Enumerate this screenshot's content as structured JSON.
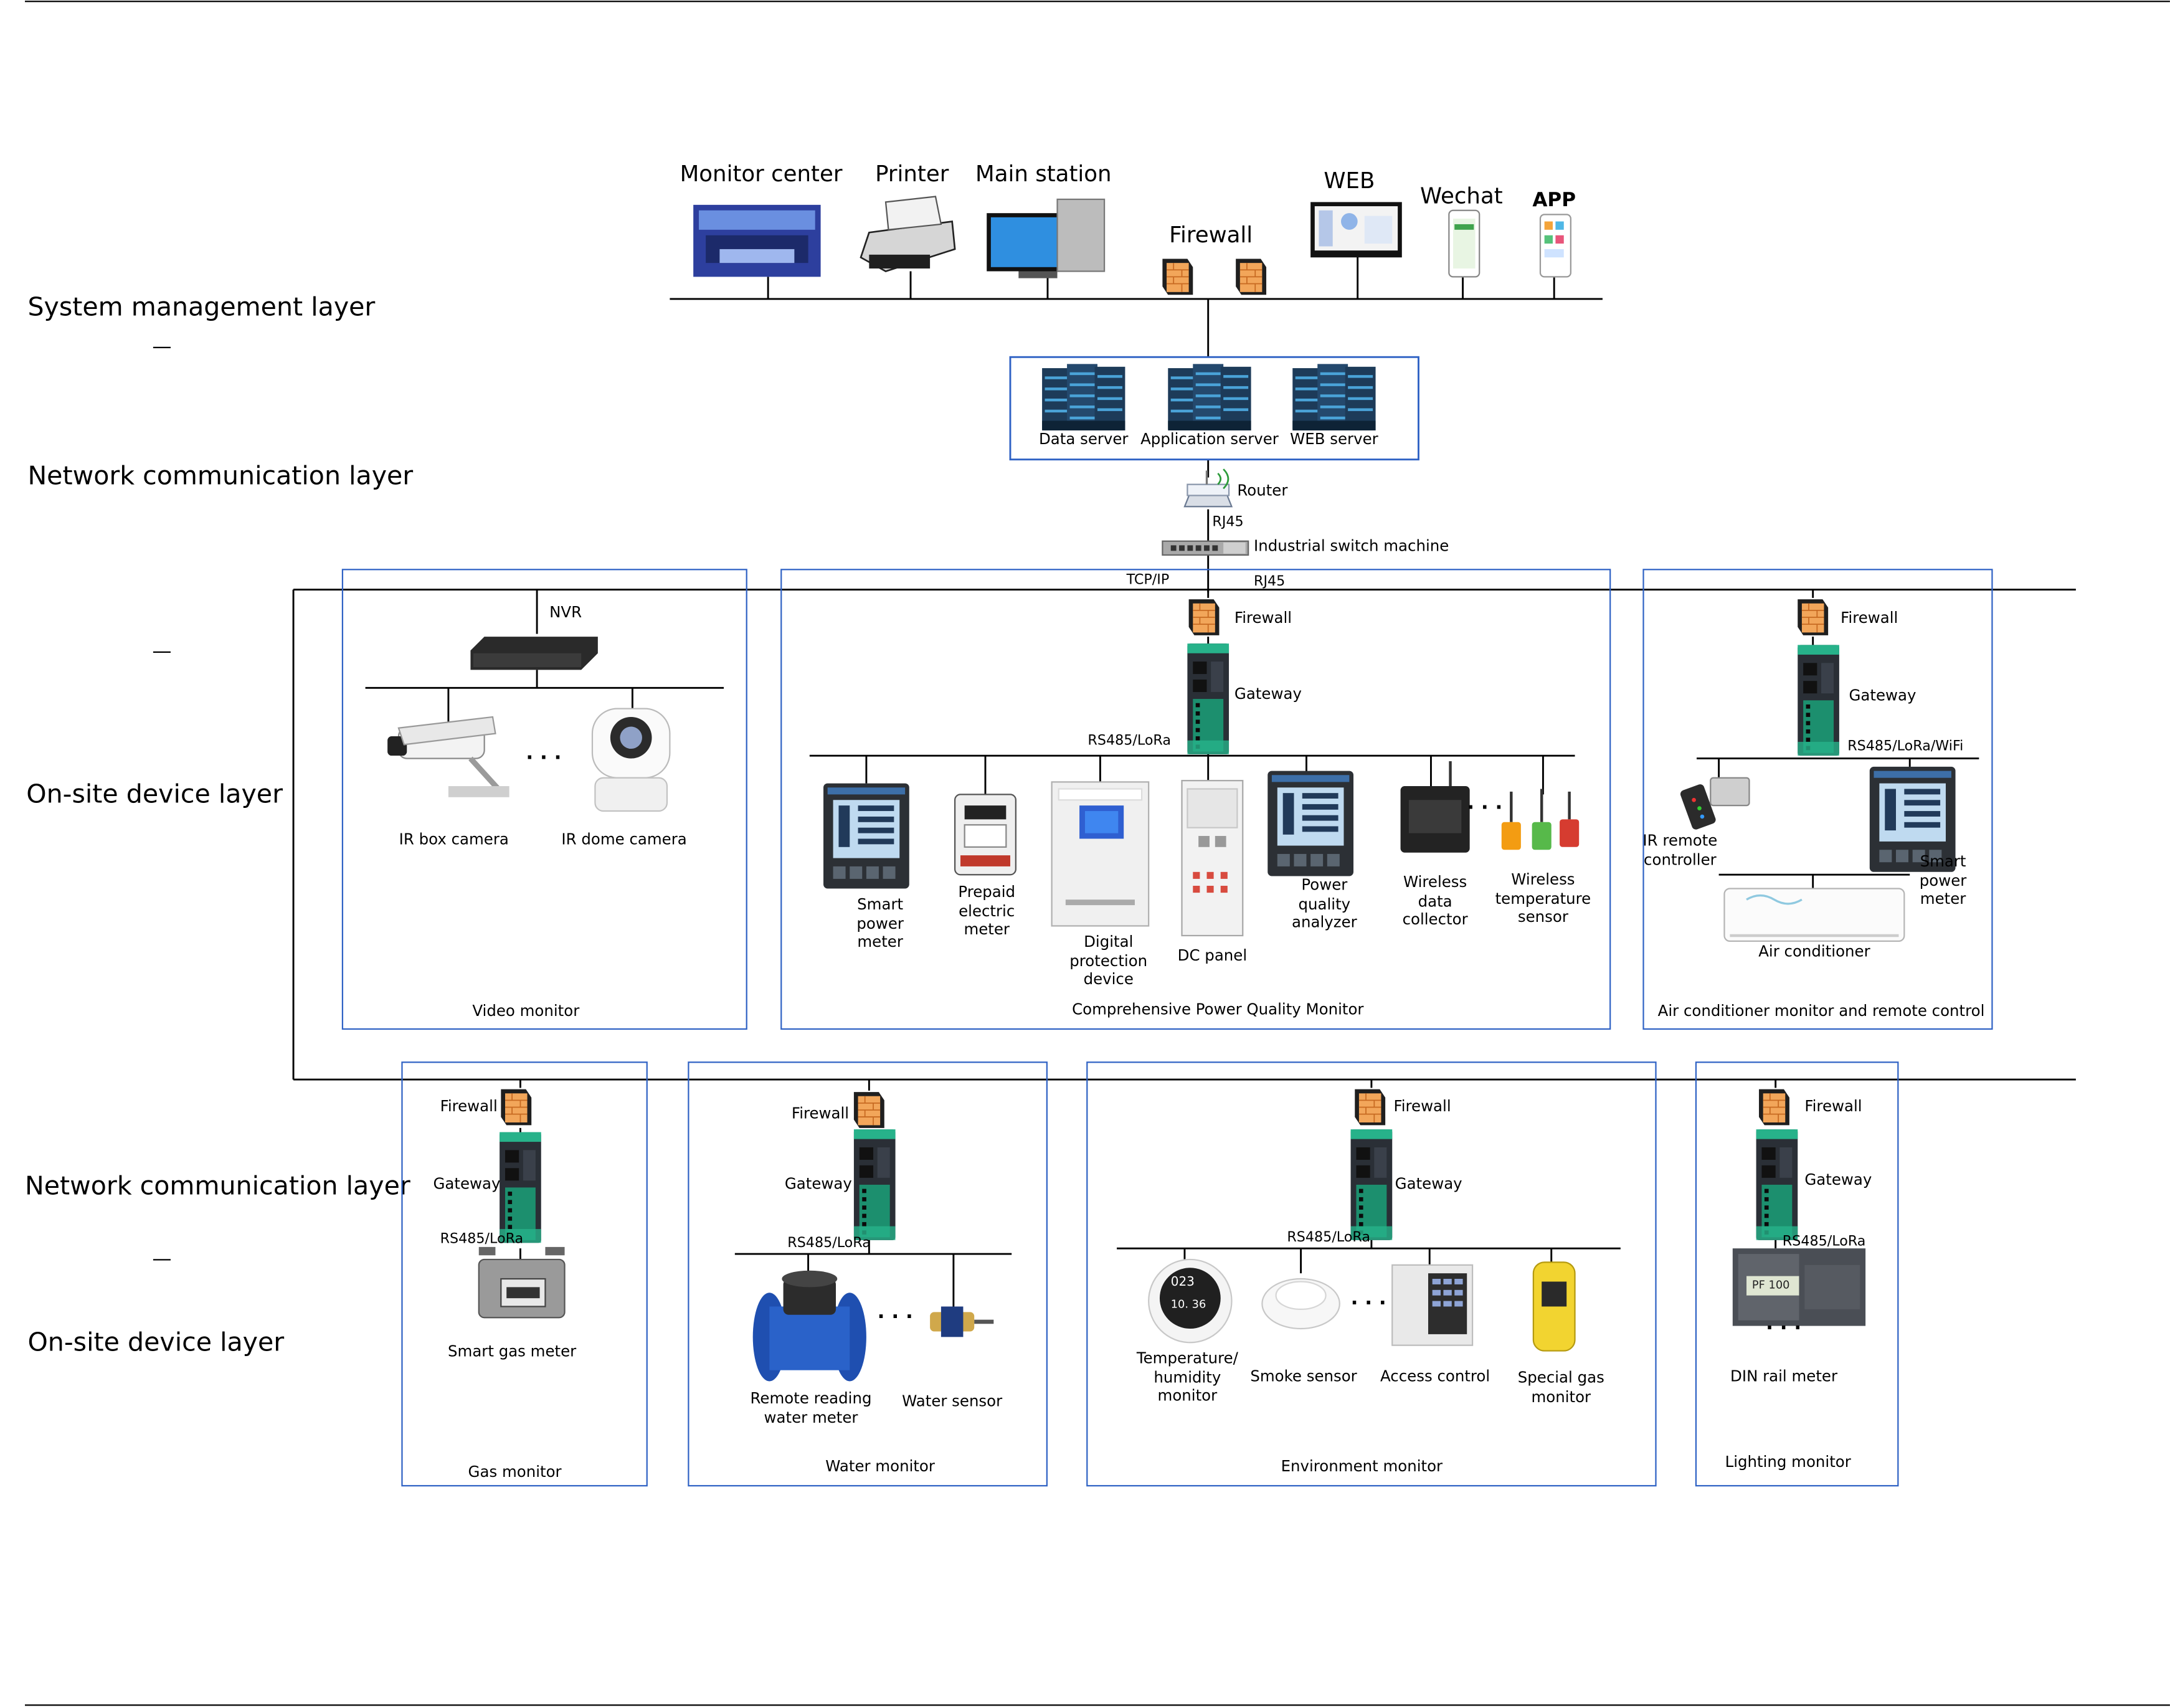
{
  "layers": {
    "system_management": "System management layer",
    "network_communication": "Network communication layer",
    "on_site_device": "On-site device layer",
    "network_communication_2": "Network communication layer",
    "on_site_device_2": "On-site device layer",
    "dash": "—"
  },
  "top": {
    "monitor_center": "Monitor center",
    "printer": "Printer",
    "main_station": "Main station",
    "firewall": "Firewall",
    "web": "WEB",
    "wechat": "Wechat",
    "app": "APP"
  },
  "servers": {
    "data_server": "Data server",
    "application_server": "Application server",
    "web_server": "WEB server"
  },
  "network": {
    "router": "Router",
    "rj45": "RJ45",
    "switch": "Industrial switch machine",
    "tcp_ip": "TCP/IP",
    "rj45_b": "RJ45"
  },
  "video": {
    "nvr": "NVR",
    "ir_box_camera": "IR box camera",
    "ir_dome_camera": "IR dome camera",
    "ellipsis": "· · ·",
    "title": "Video monitor"
  },
  "power": {
    "firewall": "Firewall",
    "gateway": "Gateway",
    "bus": "RS485/LoRa",
    "smart_power_meter": "Smart power meter",
    "prepaid_meter": "Prepaid electric meter",
    "digital_protection": "Digital protection device",
    "dc_panel": "DC panel",
    "pq_analyzer": "Power quality analyzer",
    "wireless_collector": "Wireless data collector",
    "wireless_temp": "Wireless temperature sensor",
    "ellipsis": "· · ·",
    "title": "Comprehensive Power Quality Monitor"
  },
  "aircon": {
    "firewall": "Firewall",
    "gateway": "Gateway",
    "bus": "RS485/LoRa/WiFi",
    "ir_remote": "IR remote controller",
    "smart_power_meter": "Smart power meter",
    "air_conditioner": "Air conditioner",
    "title": "Air conditioner monitor and remote control"
  },
  "gas": {
    "firewall": "Firewall",
    "gateway": "Gateway",
    "bus": "RS485/LoRa",
    "smart_gas_meter": "Smart gas meter",
    "title": "Gas monitor"
  },
  "water": {
    "firewall": "Firewall",
    "gateway": "Gateway",
    "bus": "RS485/LoRa",
    "remote_meter": "Remote reading water meter",
    "water_sensor": "Water sensor",
    "ellipsis": "· · ·",
    "title": "Water monitor"
  },
  "environment": {
    "firewall": "Firewall",
    "gateway": "Gateway",
    "bus": "RS485/LoRa",
    "temp_humidity": "Temperature/ humidity monitor",
    "smoke_sensor": "Smoke sensor",
    "access_control": "Access control",
    "special_gas": "Special gas monitor",
    "ellipsis": "· · ·",
    "title": "Environment monitor"
  },
  "lighting": {
    "firewall": "Firewall",
    "gateway": "Gateway",
    "bus": "RS485/LoRa",
    "din_meter": "DIN rail meter",
    "ellipsis": "· · ·",
    "title": "Lighting monitor"
  },
  "devices": {
    "temp_monitor_reading_1": "023",
    "temp_monitor_reading_2": "10. 36",
    "din_meter_reading": "PF   100"
  },
  "colors": {
    "frame_blue": "#2f62c4",
    "line": "#000000",
    "firewall_orange": "#f0a250",
    "gateway_green": "#2fb58a",
    "server_blue": "#2e6f99"
  }
}
